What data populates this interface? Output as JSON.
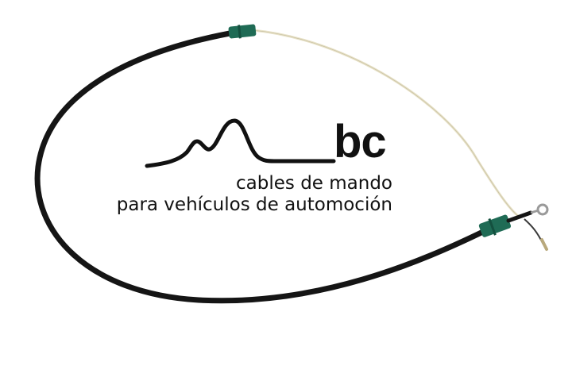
{
  "logo": {
    "letters": "bc",
    "tagline_line1": "cables de mando",
    "tagline_line2": "para vehículos de automoción"
  },
  "colors": {
    "cable_sheath": "#151515",
    "inner_wire": "#e8e2c8",
    "ferrule_green": "#1f6b55",
    "logo_ink": "#111111",
    "background": "#ffffff"
  },
  "icons": {
    "logo_mark": "mountain-line-logo",
    "product": "control-cable"
  }
}
